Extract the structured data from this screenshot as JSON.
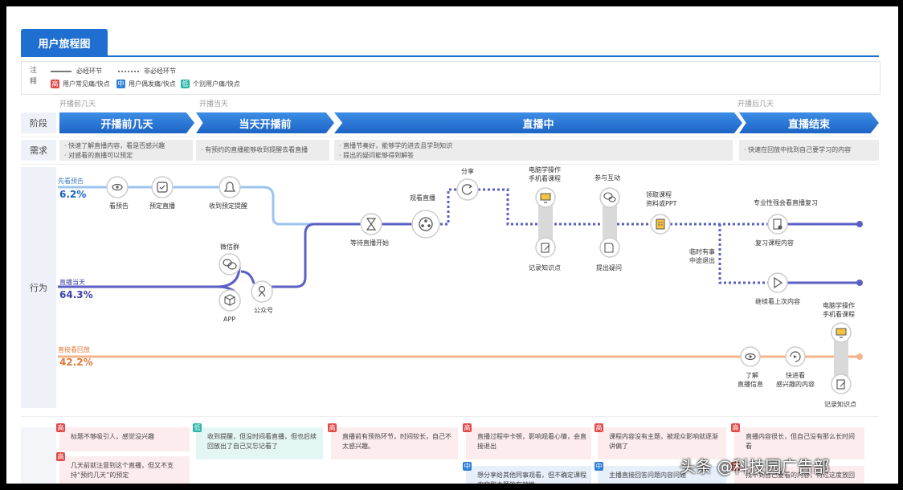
{
  "header": {
    "tab_title": "用户旅程图"
  },
  "legend": {
    "note": "注释",
    "solid_label": "必经环节",
    "dotted_label": "非必经环节",
    "badges": [
      {
        "char": "高",
        "label": "用户常见痛/快点",
        "color": "#e24a4a"
      },
      {
        "char": "中",
        "label": "用户偶发痛/快点",
        "color": "#2f7fd8"
      },
      {
        "char": "低",
        "label": "个别用户痛/快点",
        "color": "#28b6a8"
      }
    ]
  },
  "timeline": [
    "开播前几天",
    "开播当天",
    "开播后几天"
  ],
  "rows": {
    "stage": "阶段",
    "need": "需求",
    "behavior": "行为"
  },
  "stages": [
    "开播前几天",
    "当天开播前",
    "直播中",
    "直播结束"
  ],
  "needs": [
    [
      "· 快速了解直播内容，看是否感兴趣",
      "· 对感看的直播可以预定"
    ],
    [
      "· 有预约的直播能够收到提醒去看直播"
    ],
    [
      "· 直播节奏好，能够学的进去且学到知识",
      "· 提出的疑问能够得到解答"
    ],
    [
      "· 快速在回放中找到自己要学习的内容"
    ]
  ],
  "lines": [
    {
      "name": "先看预告",
      "pct": "6.2%",
      "color": "#9cc4ef"
    },
    {
      "name": "直播当天",
      "pct": "64.3%",
      "color": "#5b5fc4"
    },
    {
      "name": "直接看回放",
      "pct": "42.2%",
      "color": "#f4b38a"
    }
  ],
  "nodes": {
    "n1": "看预告",
    "n2": "预定直播",
    "n3": "收到预定提醒",
    "n4": "微信群",
    "n5": "APP",
    "n6": "公众号",
    "n7": "等待直播开始",
    "n8": "观看直播",
    "n9": "分享",
    "n10a": "电脑学操作",
    "n10b": "手机看课程",
    "n11": "记录知识点",
    "n12": "参与互动",
    "n13": "提出疑问",
    "n14a": "领取课程",
    "n14b": "资料或PPT",
    "n15": "专业性强会看直播复习",
    "n16": "复习课程内容",
    "n17a": "临时有事",
    "n17b": "中途退出",
    "n18": "继续看上次内容",
    "n19a": "电脑学操作",
    "n19b": "手机看课程",
    "n20a": "了解",
    "n20b": "直播信息",
    "n21a": "快进看",
    "n21b": "感兴趣的内容",
    "n22": "记录知识点"
  },
  "pains": [
    {
      "badge": "高",
      "text": "标题不够吸引人，感觉没兴趣"
    },
    {
      "badge": "高",
      "text": "几天前就注意到这个直播，但又不支持“预约几天”的预定"
    },
    {
      "badge": "低",
      "text": "收到提醒，但没时间看直播，但也后续回放出了自己又忘记看了"
    },
    {
      "badge": "高",
      "text": "直播前有预热环节，时间较长，自己不太感兴趣。"
    },
    {
      "badge": "高",
      "text": "直播过程中卡顿，影响观看心情，会直接退出"
    },
    {
      "badge": "中",
      "text": "想分享给其他同事观看，但不确定课程内容和主题的有效性"
    },
    {
      "badge": "高",
      "text": "课程内容没有主题，被观众影响就逐渐讲偏了"
    },
    {
      "badge": "中",
      "text": "主播直接回答问题内容问题"
    },
    {
      "badge": "高",
      "text": "直播内容很长，但自己没有那么长时间看"
    },
    {
      "badge": "高",
      "text": "找不到自己要看的内容，特过这度放回"
    }
  ],
  "watermark": "头条 @科技园广告部"
}
